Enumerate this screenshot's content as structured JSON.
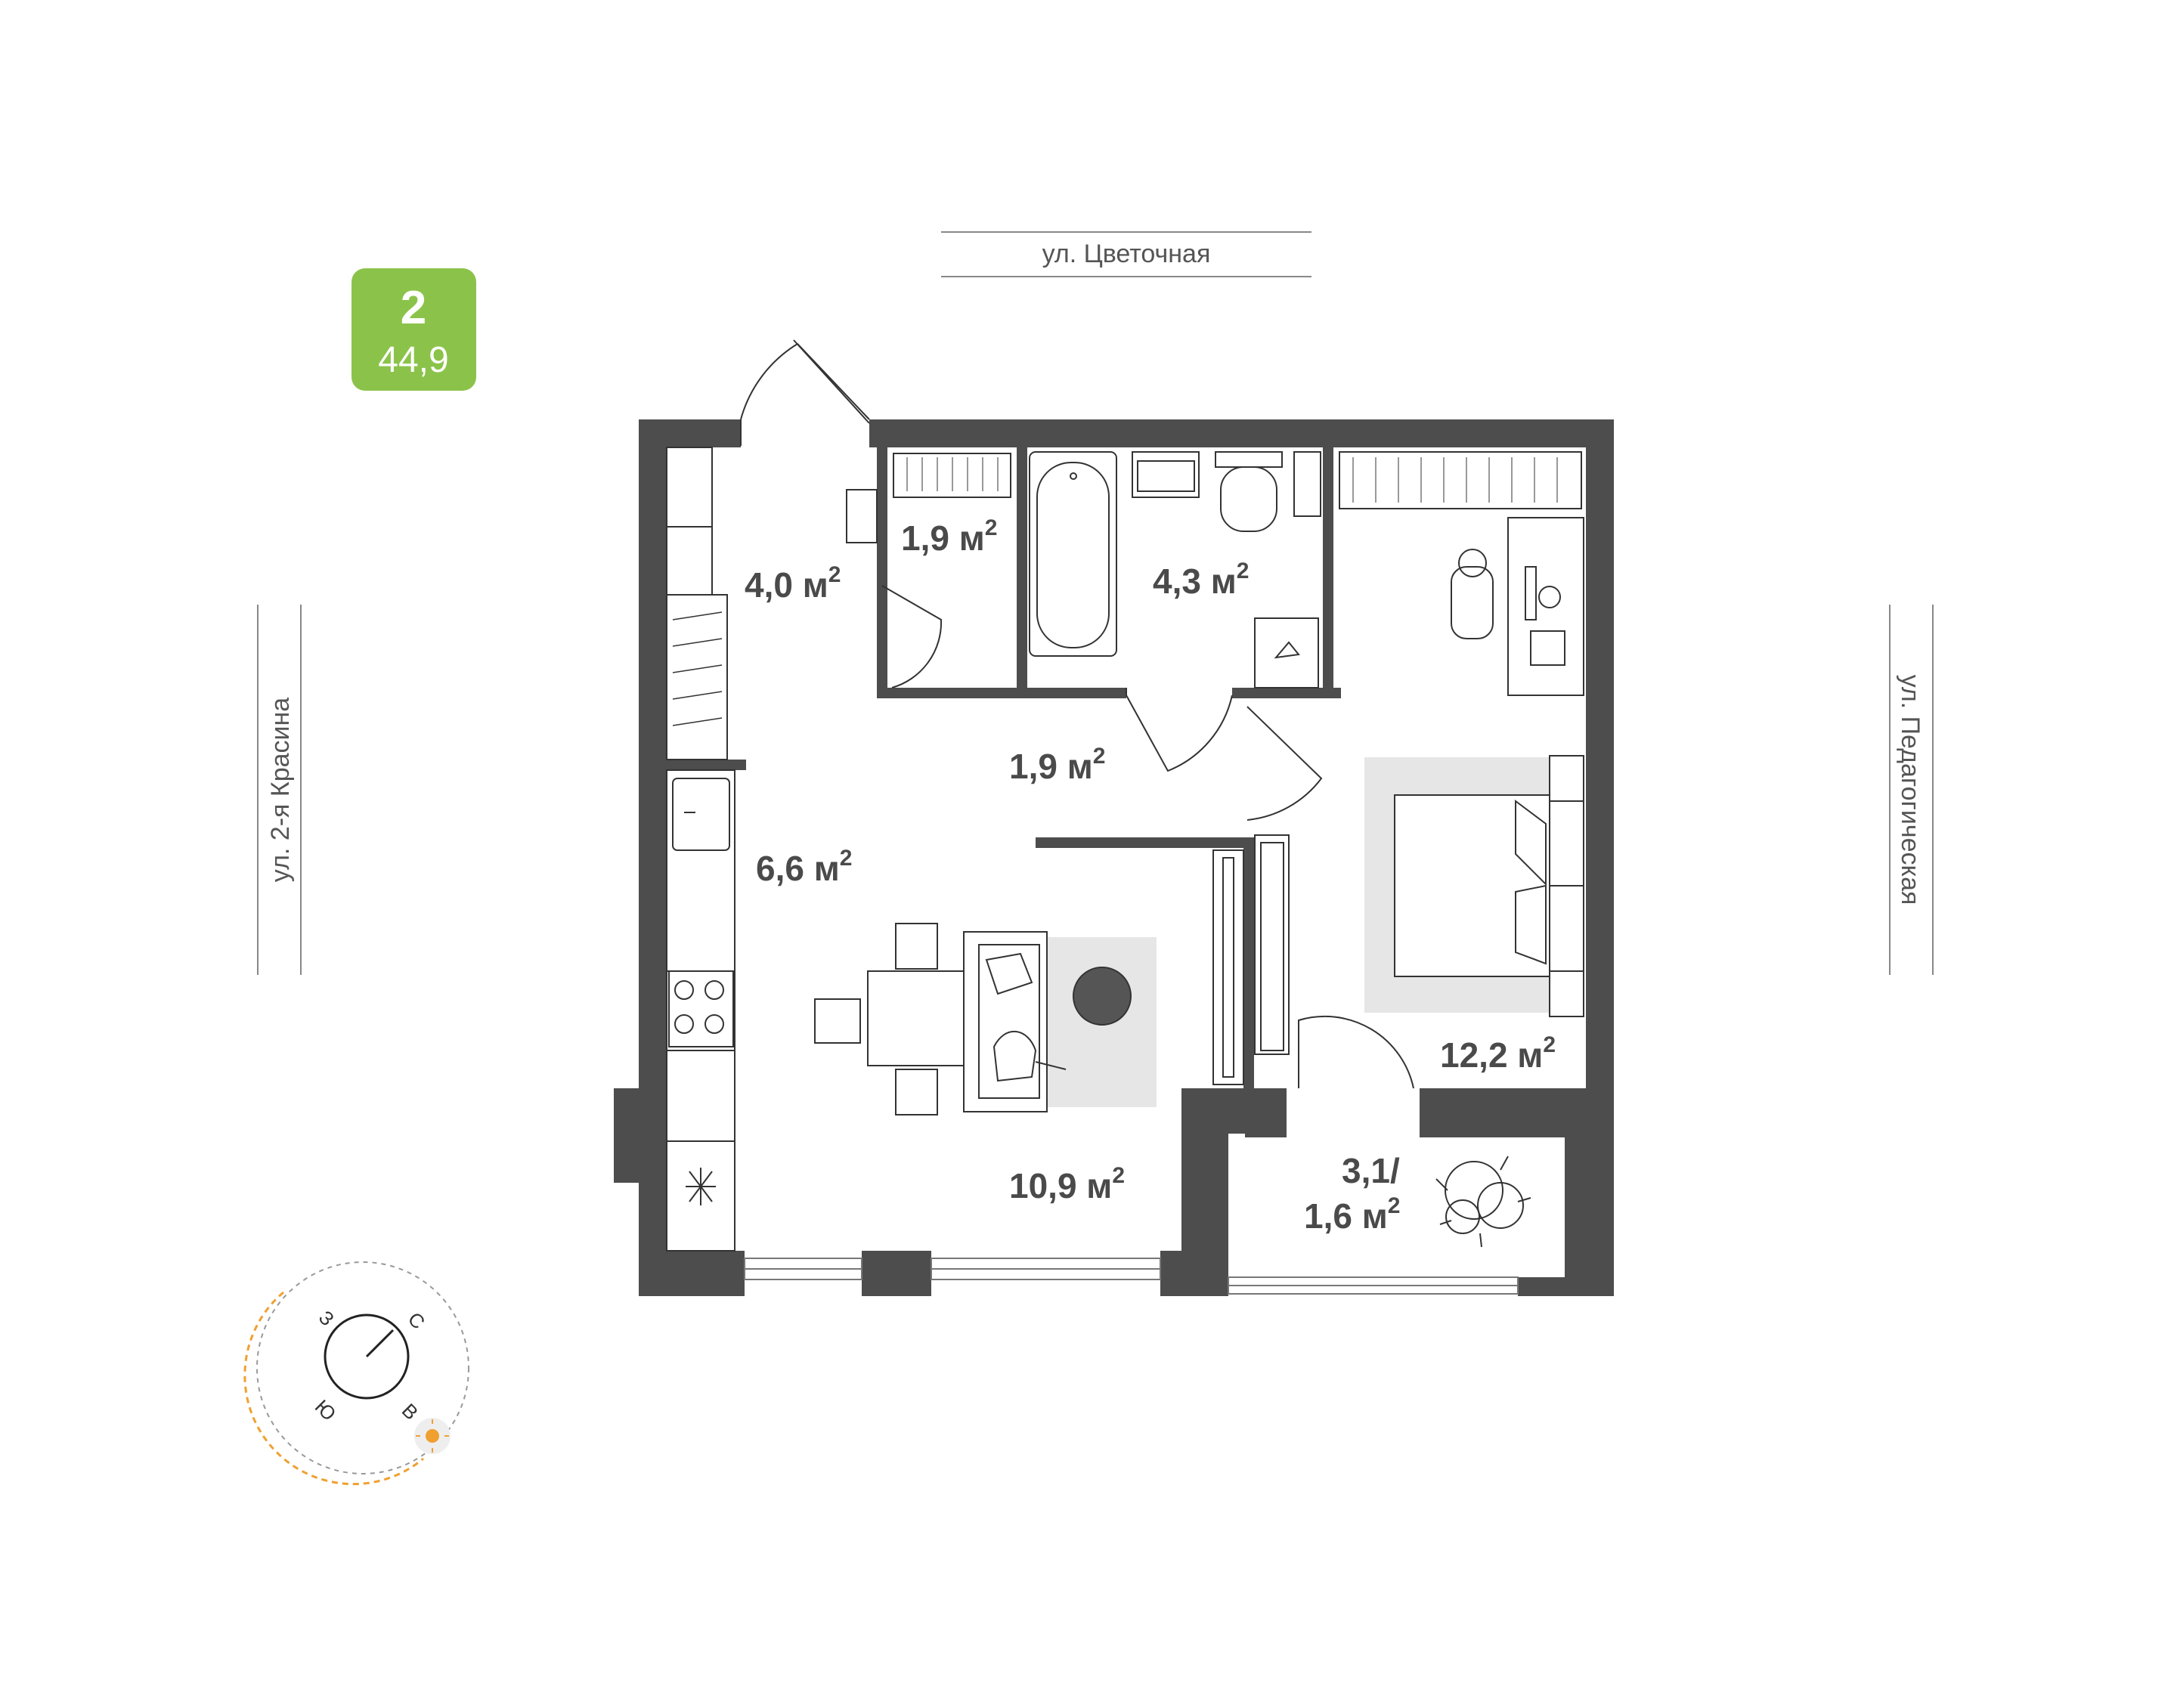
{
  "badge": {
    "rooms": "2",
    "area": "44,9",
    "color": "#8bc34a"
  },
  "streets": {
    "top": "ул. Цветочная",
    "left": "ул. 2-я Красина",
    "right": "ул. Педагогическая"
  },
  "rooms": [
    {
      "id": "hall",
      "area": "4,0 м",
      "sup": "2"
    },
    {
      "id": "closet",
      "area": "1,9 м",
      "sup": "2"
    },
    {
      "id": "bathroom",
      "area": "4,3 м",
      "sup": "2"
    },
    {
      "id": "corridor",
      "area": "1,9 м",
      "sup": "2"
    },
    {
      "id": "kitchen",
      "area": "6,6 м",
      "sup": "2"
    },
    {
      "id": "living",
      "area": "10,9 м",
      "sup": "2"
    },
    {
      "id": "bedroom",
      "area": "12,2 м",
      "sup": "2"
    },
    {
      "id": "balcony_1",
      "area": "3,1/"
    },
    {
      "id": "balcony_2",
      "area": "1,6 м",
      "sup": "2"
    }
  ],
  "compass": {
    "north": "С",
    "east": "В",
    "south": "Ю",
    "west": "З",
    "sun_color": "#f0a030"
  },
  "colors": {
    "wall": "#4d4d4d",
    "line": "#222222",
    "rug": "#e6e6e6"
  }
}
